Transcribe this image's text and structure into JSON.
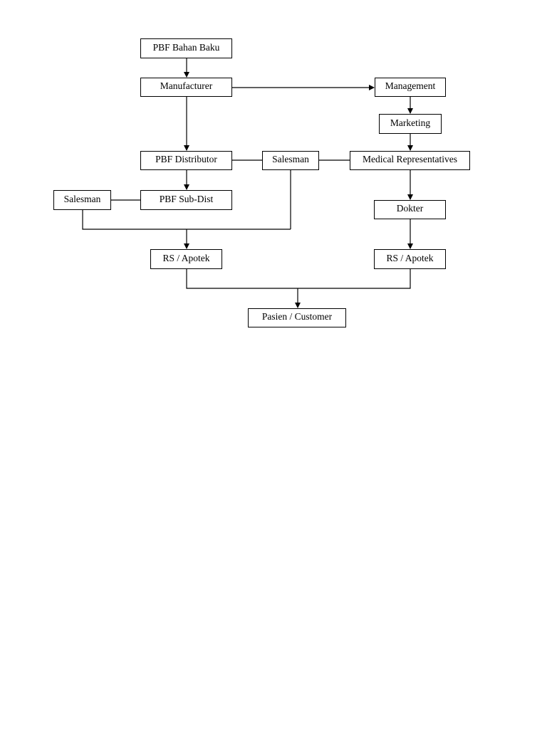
{
  "diagram": {
    "nodes": {
      "pbf_bahan_baku": "PBF Bahan Baku",
      "manufacturer": "Manufacturer",
      "management": "Management",
      "marketing": "Marketing",
      "pbf_distributor": "PBF Distributor",
      "salesman_mid": "Salesman",
      "medical_representatives": "Medical Representatives",
      "salesman_left": "Salesman",
      "pbf_sub_dist": "PBF Sub-Dist",
      "dokter": "Dokter",
      "rs_apotek_left": "RS / Apotek",
      "rs_apotek_right": "RS / Apotek",
      "pasien_customer": "Pasien / Customer"
    },
    "edges": [
      {
        "from": "pbf_bahan_baku",
        "to": "manufacturer",
        "arrow": true
      },
      {
        "from": "manufacturer",
        "to": "management",
        "arrow": true
      },
      {
        "from": "manufacturer",
        "to": "pbf_distributor",
        "arrow": true
      },
      {
        "from": "management",
        "to": "marketing",
        "arrow": true
      },
      {
        "from": "marketing",
        "to": "medical_representatives",
        "arrow": true
      },
      {
        "from": "pbf_distributor",
        "to": "salesman_mid",
        "arrow": false
      },
      {
        "from": "salesman_mid",
        "to": "medical_representatives",
        "arrow": false
      },
      {
        "from": "pbf_distributor",
        "to": "pbf_sub_dist",
        "arrow": true
      },
      {
        "from": "salesman_left",
        "to": "pbf_sub_dist",
        "arrow": false
      },
      {
        "from": "salesman_left",
        "to": "rs_apotek_left",
        "arrow": true
      },
      {
        "from": "salesman_mid",
        "to": "rs_apotek_left",
        "arrow": true
      },
      {
        "from": "medical_representatives",
        "to": "dokter",
        "arrow": true
      },
      {
        "from": "dokter",
        "to": "rs_apotek_right",
        "arrow": true
      },
      {
        "from": "rs_apotek_left",
        "to": "pasien_customer",
        "arrow": true
      },
      {
        "from": "rs_apotek_right",
        "to": "pasien_customer",
        "arrow": true
      }
    ],
    "colors": {
      "line": "#000000",
      "box_border": "#000000",
      "box_fill": "#ffffff",
      "text": "#000000"
    }
  }
}
